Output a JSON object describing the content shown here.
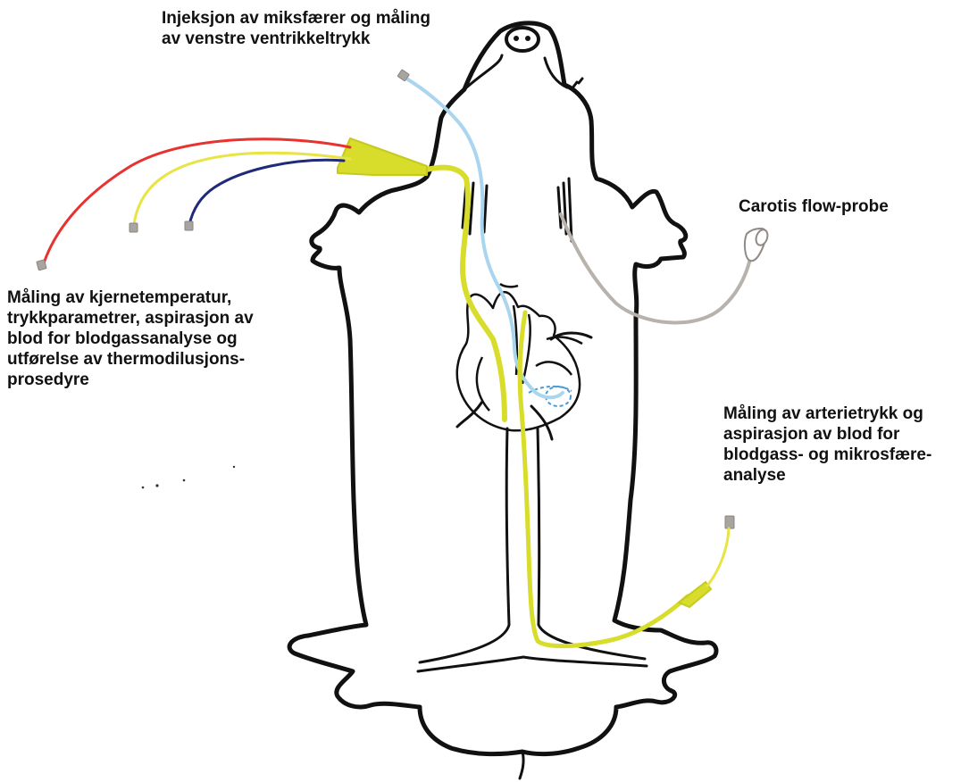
{
  "labels": {
    "injection": [
      "Injeksjon av miksfærer og måling",
      "av venstre ventrikkeltrykk"
    ],
    "core": [
      "Måling av kjernetemperatur,",
      "trykkparametrer, aspirasjon av",
      "blod for blodgassanalyse og",
      "utførelse av thermodilusjons-",
      "prosedyre"
    ],
    "carotid": [
      "Carotis flow-probe"
    ],
    "arterial": [
      "Måling av arterietrykk og",
      "aspirasjon av blod for",
      "blodgass- og mikrosfære-",
      "analyse"
    ]
  },
  "colors": {
    "outline": "#111111",
    "catheter_yellow": "#d8dc2a",
    "catheter_blue": "#a9d6ee",
    "catheter_red": "#e8322f",
    "catheter_navy": "#1f2a7a",
    "probe_gray": "#b8b2ad",
    "connector_gray": "#a8a4a0"
  }
}
